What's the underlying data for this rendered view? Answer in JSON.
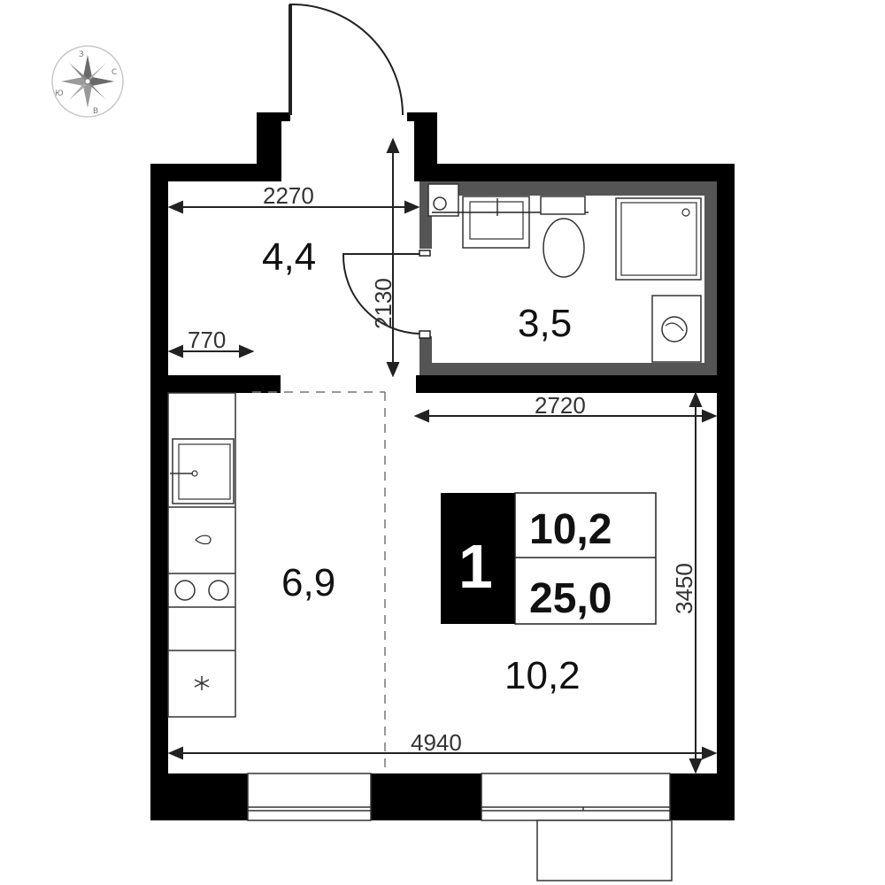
{
  "compass": {
    "north": "З",
    "east": "С",
    "south": "В",
    "west": "Ю"
  },
  "rooms": {
    "hall_area": "4,4",
    "bathroom_area": "3,5",
    "kitchen_area": "6,9",
    "living_area": "10,2"
  },
  "dimensions": {
    "hall_width": "2270",
    "door_offset": "770",
    "hall_depth": "2130",
    "room_width": "2720",
    "room_depth": "3450",
    "total_width": "4940"
  },
  "summary": {
    "rooms_count": "1",
    "living_area": "10,2",
    "total_area": "25,0"
  }
}
